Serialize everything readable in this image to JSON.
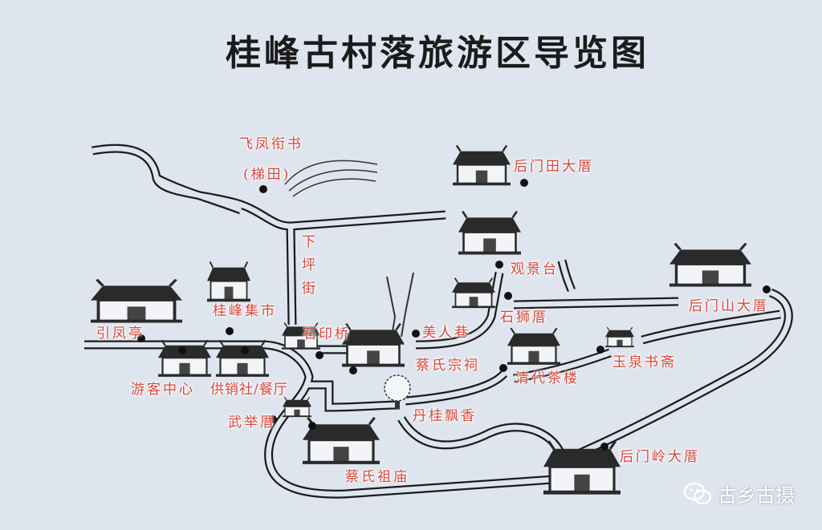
{
  "title": "桂峰古村落旅游区导览图",
  "colors": {
    "background": "#dfe5ee",
    "label": "#d8483c",
    "ink": "#1b1b1b"
  },
  "labels": {
    "feifeng": "飞凤衔书",
    "titian": "(梯田)",
    "houmentian": "后门田大厝",
    "guanjingtai": "观景台",
    "xiapingjie": "下坪街",
    "guifeng_market": "桂峰集市",
    "yinfengting": "引凤亭",
    "shiyinqiao": "石印桥",
    "meirenxiang": "美人巷",
    "caishi_zongci": "蔡氏宗祠",
    "shishicuo": "石狮厝",
    "houmenshan": "后门山大厝",
    "qingdai_chalou": "清代茶楼",
    "yuquan_shuzhai": "玉泉书斋",
    "visitor_center": "游客中心",
    "gongxiaoshe": "供销社/餐厅",
    "wujucuo": "武举厝",
    "dangui": "丹桂飘香",
    "caishi_zumiao": "蔡氏祖庙",
    "houmenling": "后门岭大厝"
  },
  "watermark": {
    "text": "古乡古摄",
    "icon": "wechat-icon"
  }
}
